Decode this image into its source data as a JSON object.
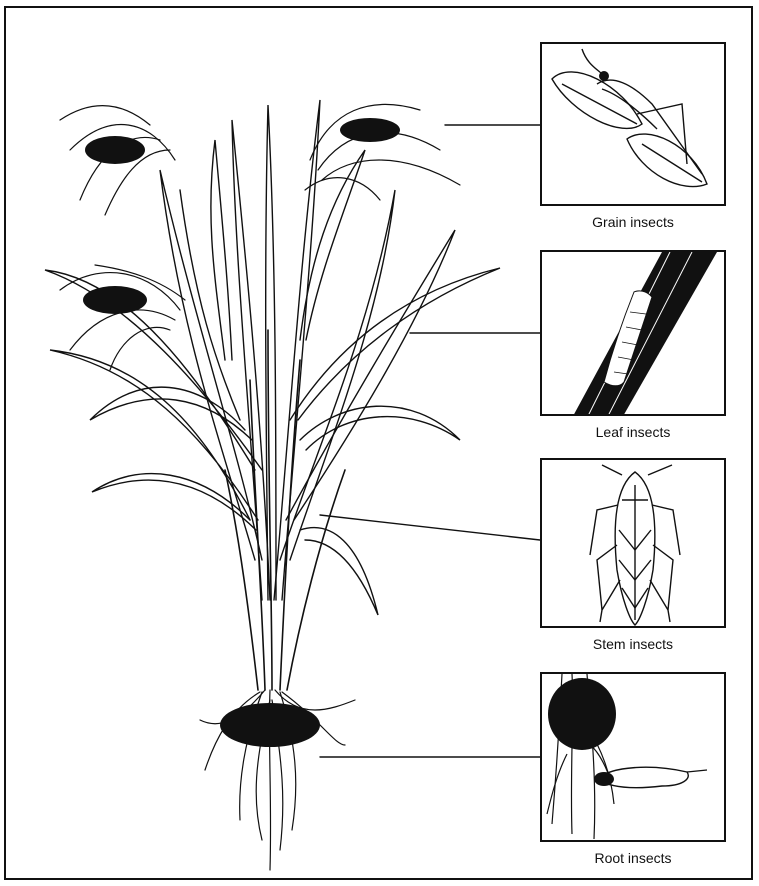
{
  "panels": {
    "grain": {
      "caption": "Grain insects",
      "icon": "grain-bug-icon"
    },
    "leaf": {
      "caption": "Leaf insects",
      "icon": "leaf-larva-icon"
    },
    "stem": {
      "caption": "Stem insects",
      "icon": "planthopper-icon"
    },
    "root": {
      "caption": "Root insects",
      "icon": "root-grub-icon"
    }
  },
  "colors": {
    "ink": "#111111",
    "paper": "#ffffff"
  }
}
